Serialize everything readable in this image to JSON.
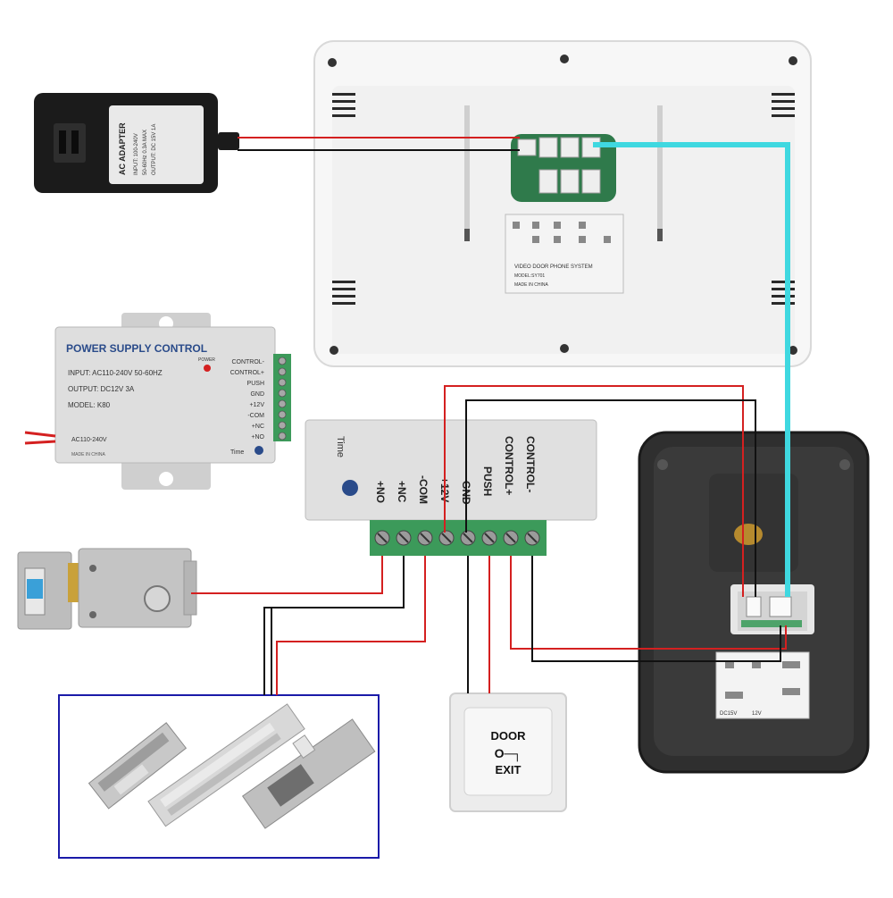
{
  "adapter": {
    "label_lines": [
      "AC ADAPTER",
      "INPUT: 100-240V",
      "50-60Hz 0.3A MAX",
      "OUTPUT: DC 15V 1A"
    ]
  },
  "monitor": {
    "label_lines": [
      "VIDEO DOOR PHONE SYSTEM",
      "MODEL:SY701",
      "MADE IN CHINA"
    ]
  },
  "power_supply": {
    "title": "POWER SUPPLY CONTROL",
    "input": "INPUT: AC110-240V  50-60HZ",
    "output": "OUTPUT: DC12V  3A",
    "model": "MODEL: K80",
    "ac_label": "AC110-240V",
    "made_in": "MADE IN CHINA",
    "power_led": "POWER",
    "time_label": "Time",
    "terminals": [
      "CONTROL-",
      "CONTROL+",
      "PUSH",
      "GND",
      "+12V",
      "-COM",
      "+NC",
      "+NO"
    ]
  },
  "control_box": {
    "time_label": "Time",
    "terminals": [
      "+NO",
      "+NC",
      "-COM",
      "+12V",
      "GND",
      "PUSH",
      "CONTROL+",
      "CONTROL-"
    ]
  },
  "exit_button": {
    "line1": "DOOR",
    "line2": "EXIT"
  },
  "outdoor_unit": {
    "label_lines": [
      "DC15V",
      "12V"
    ]
  },
  "colors": {
    "red_wire": "#d42020",
    "black_wire": "#111111",
    "cyan_wire": "#3fd8e0",
    "lock_frame": "#1a1aa8"
  }
}
